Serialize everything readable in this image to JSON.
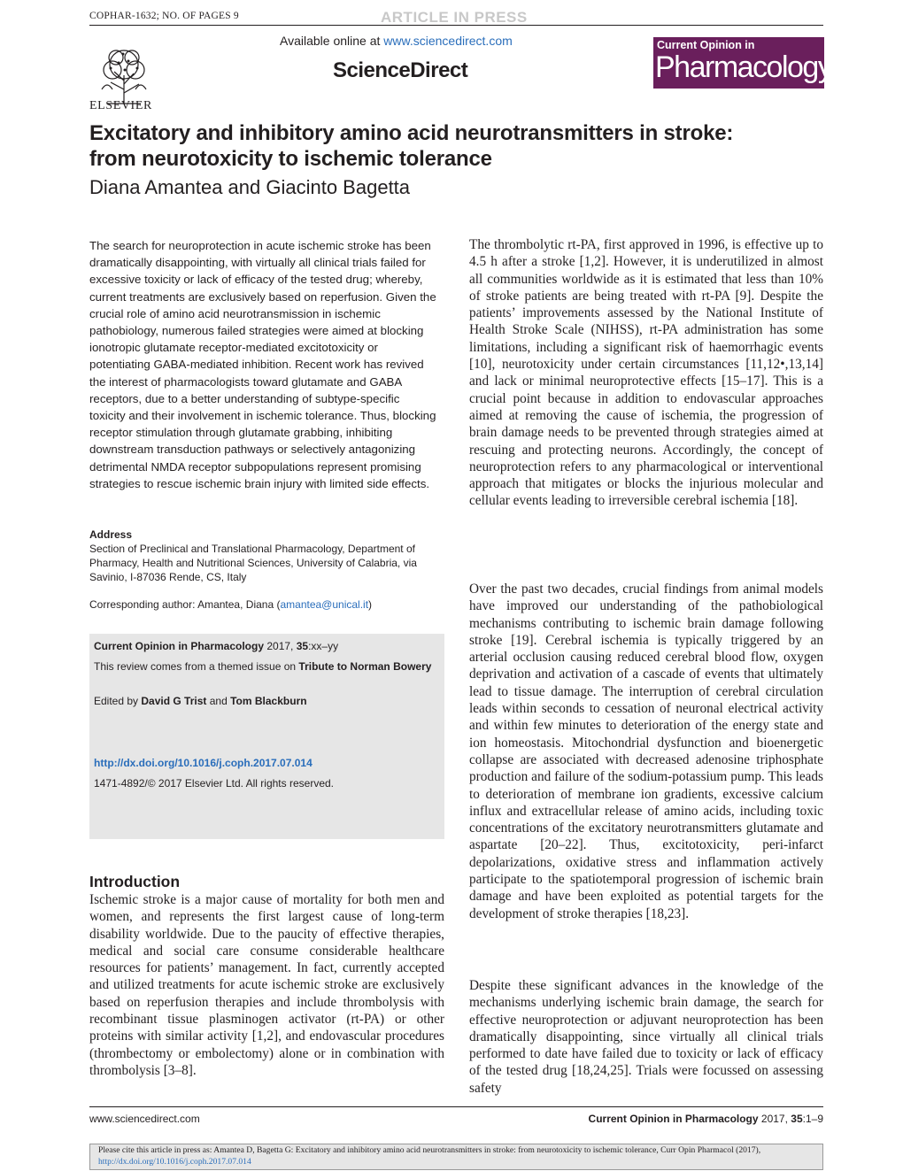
{
  "header": {
    "code": "COPHAR-1632; NO. OF PAGES 9",
    "press": "ARTICLE IN PRESS",
    "available_prefix": "Available online at ",
    "available_link": "www.sciencedirect.com",
    "sciencedirect": "ScienceDirect",
    "publisher": "ELSEVIER",
    "journal_top": "Current Opinion in",
    "journal_bottom": "Pharmacology",
    "brand_color": "#6a1f5c"
  },
  "article": {
    "title": "Excitatory and inhibitory amino acid neurotransmitters in stroke: from neurotoxicity to ischemic tolerance",
    "authors": "Diana Amantea and Giacinto Bagetta"
  },
  "abstract": "The search for neuroprotection in acute ischemic stroke has been dramatically disappointing, with virtually all clinical trials failed for excessive toxicity or lack of efficacy of the tested drug; whereby, current treatments are exclusively based on reperfusion. Given the crucial role of amino acid neurotransmission in ischemic pathobiology, numerous failed strategies were aimed at blocking ionotropic glutamate receptor-mediated excitotoxicity or potentiating GABA-mediated inhibition. Recent work has revived the interest of pharmacologists toward glutamate and GABA receptors, due to a better understanding of subtype-specific toxicity and their involvement in ischemic tolerance. Thus, blocking receptor stimulation through glutamate grabbing, inhibiting downstream transduction pathways or selectively antagonizing detrimental NMDA receptor subpopulations represent promising strategies to rescue ischemic brain injury with limited side effects.",
  "address": {
    "heading": "Address",
    "text": "Section of Preclinical and Translational Pharmacology, Department of Pharmacy, Health and Nutritional Sciences, University of Calabria, via Savinio, I-87036 Rende, CS, Italy",
    "corr_prefix": "Corresponding author: Amantea, Diana (",
    "corr_email": "amantea@unical.it",
    "corr_suffix": ")"
  },
  "info": {
    "journal": "Current Opinion in Pharmacology",
    "year": " 2017, ",
    "volume": "35",
    "pages": ":xx–yy",
    "theme_prefix": "This review comes from a themed issue on ",
    "theme": "Tribute to Norman Bowery",
    "edited_prefix": "Edited by ",
    "editor1": "David G Trist",
    "and": " and ",
    "editor2": "Tom Blackburn",
    "doi": "http://dx.doi.org/10.1016/j.coph.2017.07.014",
    "copyright": "1471-4892/© 2017 Elsevier Ltd. All rights reserved."
  },
  "intro": {
    "heading": "Introduction",
    "text": "Ischemic stroke is a major cause of mortality for both men and women, and represents the first largest cause of long-term disability worldwide. Due to the paucity of effective therapies, medical and social care consume considerable healthcare resources for patients’ management. In fact, currently accepted and utilized treatments for acute ischemic stroke are exclusively based on reperfusion therapies and include thrombolysis with recombinant tissue plasminogen activator (rt-PA) or other proteins with similar activity [1,2], and endovascular procedures (thrombectomy or embolectomy) alone or in combination with thrombolysis [3–8]."
  },
  "right": {
    "p1": "The thrombolytic rt-PA, first approved in 1996, is effective up to 4.5 h after a stroke [1,2]. However, it is underutilized in almost all communities worldwide as it is estimated that less than 10% of stroke patients are being treated with rt-PA [9]. Despite the patients’ improvements assessed by the National Institute of Health Stroke Scale (NIHSS), rt-PA administration has some limitations, including a significant risk of haemorrhagic events [10], neurotoxicity under certain circumstances [11,12•,13,14] and lack or minimal neuroprotective effects [15–17]. This is a crucial point because in addition to endovascular approaches aimed at removing the cause of ischemia, the progression of brain damage needs to be prevented through strategies aimed at rescuing and protecting neurons. Accordingly, the concept of neuroprotection refers to any pharmacological or interventional approach that mitigates or blocks the injurious molecular and cellular events leading to irreversible cerebral ischemia [18].",
    "p2": "Over the past two decades, crucial findings from animal models have improved our understanding of the pathobiological mechanisms contributing to ischemic brain damage following stroke [19]. Cerebral ischemia is typically triggered by an arterial occlusion causing reduced cerebral blood flow, oxygen deprivation and activation of a cascade of events that ultimately lead to tissue damage. The interruption of cerebral circulation leads within seconds to cessation of neuronal electrical activity and within few minutes to deterioration of the energy state and ion homeostasis. Mitochondrial dysfunction and bioenergetic collapse are associated with decreased adenosine triphosphate production and failure of the sodium-potassium pump. This leads to deterioration of membrane ion gradients, excessive calcium influx and extracellular release of amino acids, including toxic concentrations of the excitatory neurotransmitters glutamate and aspartate [20–22]. Thus, excitotoxicity, peri-infarct depolarizations, oxidative stress and inflammation actively participate to the spatiotemporal progression of ischemic brain damage and have been exploited as potential targets for the development of stroke therapies [18,23].",
    "p3": "Despite these significant advances in the knowledge of the mechanisms underlying ischemic brain damage, the search for effective neuroprotection or adjuvant neuroprotection has been dramatically disappointing, since virtually all clinical trials performed to date have failed due to toxicity or lack of efficacy of the tested drug [18,24,25]. Trials were focussed on assessing safety"
  },
  "footer": {
    "left": "www.sciencedirect.com",
    "right_journal": "Current Opinion in Pharmacology",
    "right_year": " 2017, ",
    "right_volume": "35",
    "right_pages": ":1–9",
    "cite_text": "Please cite this article in press as: Amantea D, Bagetta G: Excitatory and inhibitory amino acid neurotransmitters in stroke: from neurotoxicity to ischemic tolerance, Curr Opin Pharmacol (2017),",
    "cite_link": "http://dx.doi.org/10.1016/j.coph.2017.07.014"
  }
}
